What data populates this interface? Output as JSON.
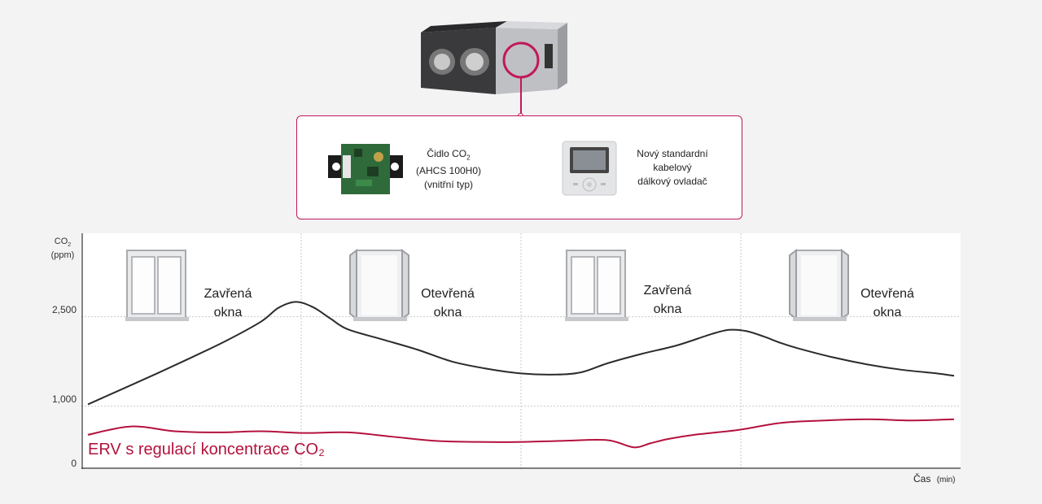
{
  "callout": {
    "sensor": {
      "line1": "Čidlo CO",
      "line1_sub": "2",
      "line2": "(AHCS 100H0)",
      "line3": "(vnitřní typ)"
    },
    "controller": {
      "line1": "Nový standardní",
      "line2": "kabelový",
      "line3": "dálkový ovladač"
    },
    "accent_color": "#c2185b"
  },
  "phases": [
    {
      "line1": "Zavřená",
      "line2": "okna",
      "window": "closed-window-icon"
    },
    {
      "line1": "Otevřená",
      "line2": "okna",
      "window": "open-window-icon"
    },
    {
      "line1": "Zavřená",
      "line2": "okna",
      "window": "closed-window-icon"
    },
    {
      "line1": "Otevřená",
      "line2": "okna",
      "window": "open-window-icon"
    }
  ],
  "chart_data": {
    "type": "line",
    "ylabel": "CO",
    "ylabel_sub": "2",
    "yunit": "(ppm)",
    "xlabel": "Čas",
    "xunit": "(min)",
    "yticks": [
      "2,500",
      "1,000",
      "0"
    ],
    "ytick_values": [
      2500,
      1000,
      0
    ],
    "ylim": [
      0,
      3900
    ],
    "xlim": [
      0,
      100
    ],
    "grid": true,
    "series": [
      {
        "name": "",
        "color": "#2b2b2b",
        "x": [
          0,
          4,
          8,
          12,
          16,
          20,
          22,
          24,
          26,
          28,
          30,
          34,
          38,
          42,
          46,
          50,
          54,
          57,
          60,
          64,
          68,
          72,
          74,
          76,
          78,
          80,
          82,
          86,
          90,
          94,
          98,
          100
        ],
        "y": [
          1030,
          1290,
          1550,
          1820,
          2100,
          2420,
          2650,
          2750,
          2660,
          2470,
          2290,
          2120,
          1950,
          1750,
          1630,
          1550,
          1530,
          1570,
          1720,
          1880,
          2020,
          2210,
          2280,
          2260,
          2170,
          2060,
          1970,
          1820,
          1700,
          1610,
          1550,
          1510
        ]
      },
      {
        "name": "ERV s regulací koncentrace CO₂",
        "color": "#b3123d",
        "x": [
          0,
          5,
          10,
          15,
          20,
          25,
          30,
          35,
          40,
          45,
          50,
          55,
          60,
          63,
          65,
          67,
          70,
          75,
          80,
          85,
          90,
          95,
          100
        ],
        "y": [
          520,
          660,
          580,
          560,
          580,
          550,
          560,
          490,
          420,
          400,
          400,
          420,
          430,
          310,
          380,
          450,
          520,
          600,
          720,
          760,
          780,
          760,
          780
        ]
      }
    ]
  }
}
